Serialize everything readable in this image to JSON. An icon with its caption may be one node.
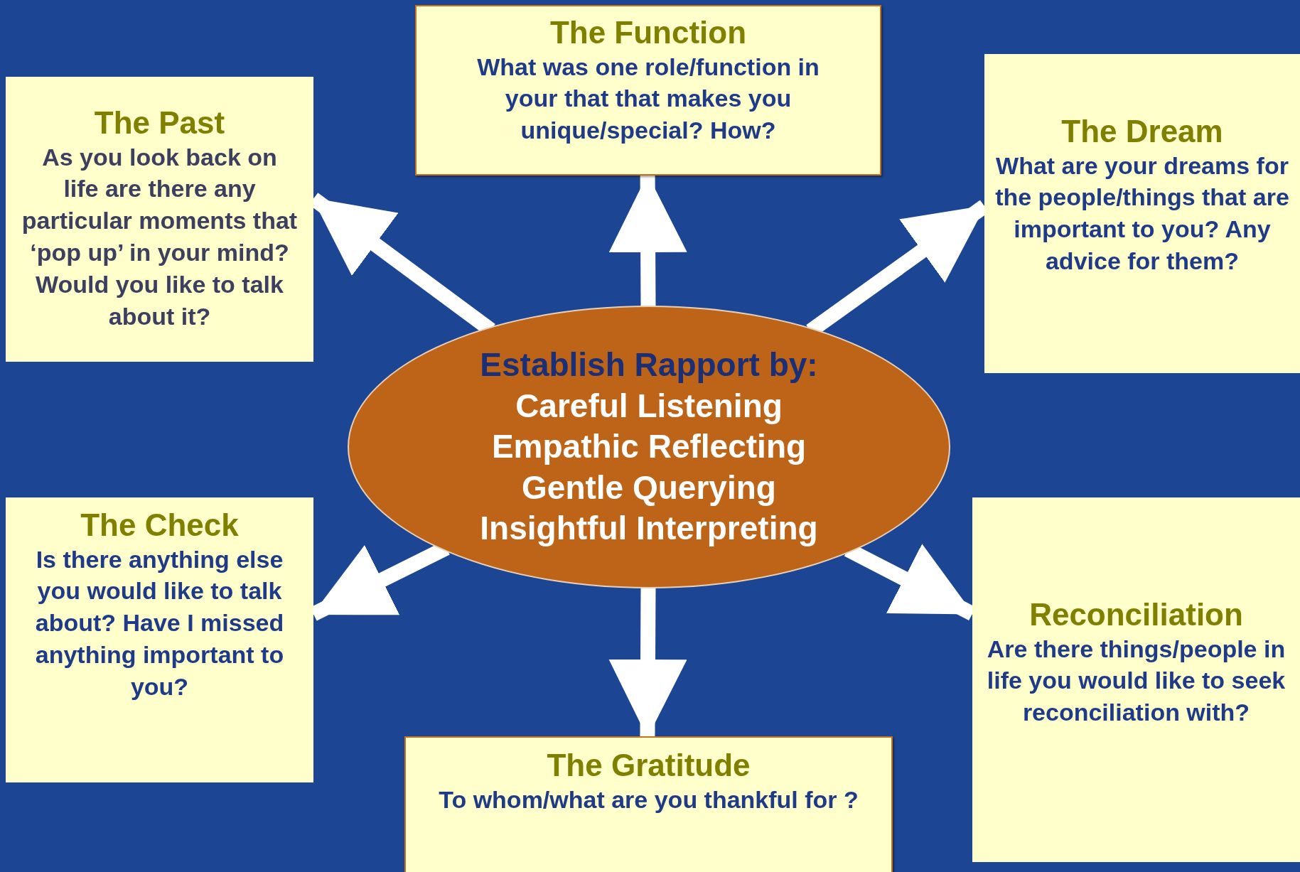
{
  "diagram": {
    "nodes": [
      {
        "text": [
          "Establish Rapport by:",
          "Careful Listening",
          "Empathic Reflecting",
          "Gentle Querying",
          "Insightful Interpreting"
        ]
      },
      {
        "text": [
          "The Past",
          "As you look back on life are there any particular moments that ‘pop up’ in your mind? Would you like to talk about it?"
        ]
      },
      {
        "text": [
          "The Function",
          "What was one role/function in your that that makes you unique/special? How?"
        ]
      },
      {
        "text": [
          "The Dream",
          "What are your dreams for the people/things that are important to you? Any advice for them?"
        ]
      },
      {
        "text": [
          "The Check",
          "Is there anything else you would like to talk about? Have I missed anything important to you?"
        ]
      },
      {
        "text": [
          "The Gratitude",
          "To whom/what are you thankful for ?"
        ]
      },
      {
        "text": [
          "Reconciliation",
          "Are there things/people in life you would like to seek reconciliation with?"
        ]
      }
    ],
    "edges": [
      {
        "from": 0,
        "to": 1,
        "arrow": "to"
      },
      {
        "from": 0,
        "to": 2,
        "arrow": "to"
      },
      {
        "from": 0,
        "to": 3,
        "arrow": "to"
      },
      {
        "from": 0,
        "to": 4,
        "arrow": "to"
      },
      {
        "from": 0,
        "to": 5,
        "arrow": "to"
      },
      {
        "from": 0,
        "to": 6,
        "arrow": "to"
      }
    ]
  }
}
